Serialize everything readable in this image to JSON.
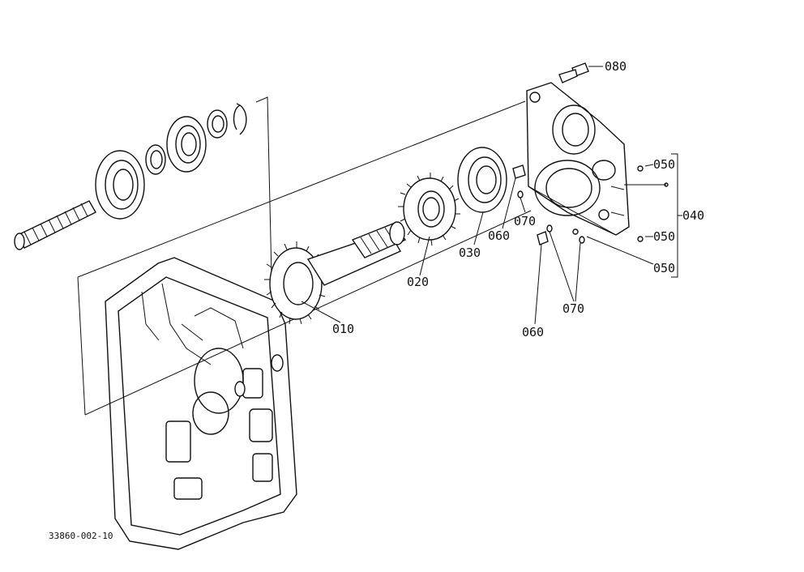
{
  "drawing_number": "33860-002-10",
  "parts": {
    "p010": "010",
    "p020": "020",
    "p030": "030",
    "p040": "040",
    "p050a": "050",
    "p050b": "050",
    "p050c": "050",
    "p060a": "060",
    "p060b": "060",
    "p070a": "070",
    "p070b": "070",
    "p080": "080"
  }
}
